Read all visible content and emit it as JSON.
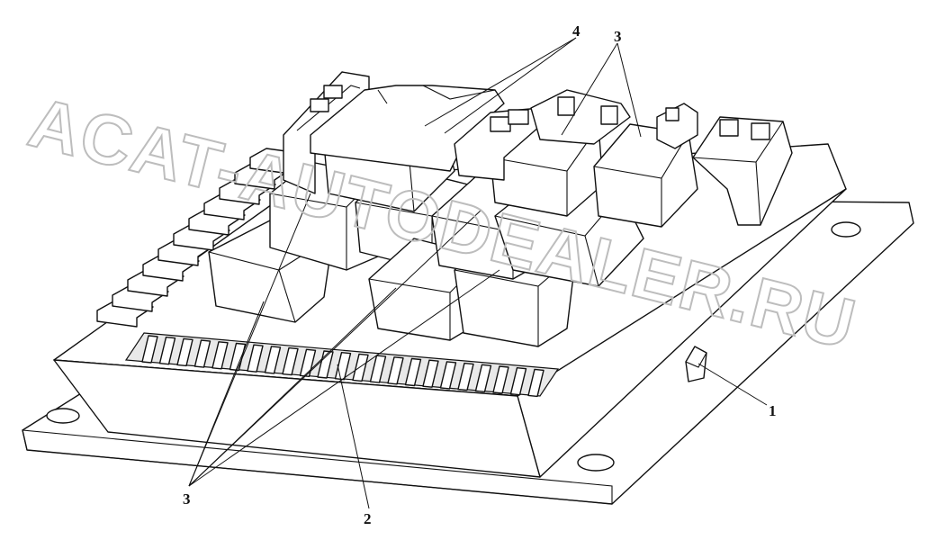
{
  "watermark": "ACAT-AUTODEALER.RU",
  "callouts": {
    "c1": "1",
    "c2": "2",
    "c3_top": "3",
    "c3_bottom": "3",
    "c4": "4"
  }
}
